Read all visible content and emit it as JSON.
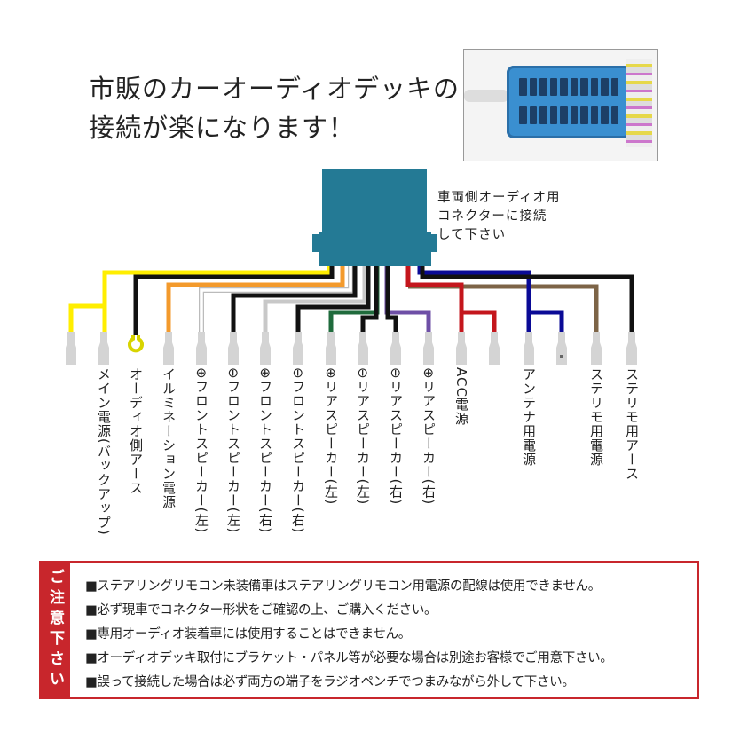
{
  "headline": {
    "line1": "市販のカーオーディオデッキの",
    "line2": "接続が楽になります！"
  },
  "connector_note": {
    "line1": "車両側オーディオ用",
    "line2": "コネクターに接続",
    "line3": "して下さい"
  },
  "colors": {
    "connector": "#247a95",
    "terminal": "#d4d4d4",
    "caution": "#c8262c",
    "yellow": "#ffee00",
    "black": "#111111",
    "orange": "#f39a2c",
    "white": "#ffffff",
    "gray": "#c8c8c8",
    "green": "#1f6b3c",
    "purple": "#6e4fa6",
    "red": "#c4161c",
    "blue": "#0a0a96",
    "brown": "#7d6447"
  },
  "terminal_labels": [
    "メイン電源(バックアップ)",
    "オーディオ側アース",
    "イルミネーション電源",
    "⊕フロントスピーカー(左)",
    "⊖フロントスピーカー(左)",
    "⊕フロントスピーカー(右)",
    "⊖フロントスピーカー(右)",
    "⊕リアスピーカー(左)",
    "⊖リアスピーカー(左)",
    "⊖リアスピーカー(右)",
    "⊕リアスピーカー(右)",
    "ACC電源",
    "アンテナ用電源",
    "ステリモ用電源",
    "ステリモ用アース"
  ],
  "caution": {
    "tag": "ご注意下さい",
    "items": [
      "■ステアリングリモコン未装備車はステアリングリモコン用電源の配線は使用できません。",
      "■必ず現車でコネクター形状をご確認の上、ご購入ください。",
      "■専用オーディオ装着車には使用することはできません。",
      "■オーディオデッキ取付にブラケット・パネル等が必要な場合は別途お客様でご用意下さい。",
      "■誤って接続した場合は必ず両方の端子をラジオペンチでつまみながら外して下さい。"
    ]
  }
}
